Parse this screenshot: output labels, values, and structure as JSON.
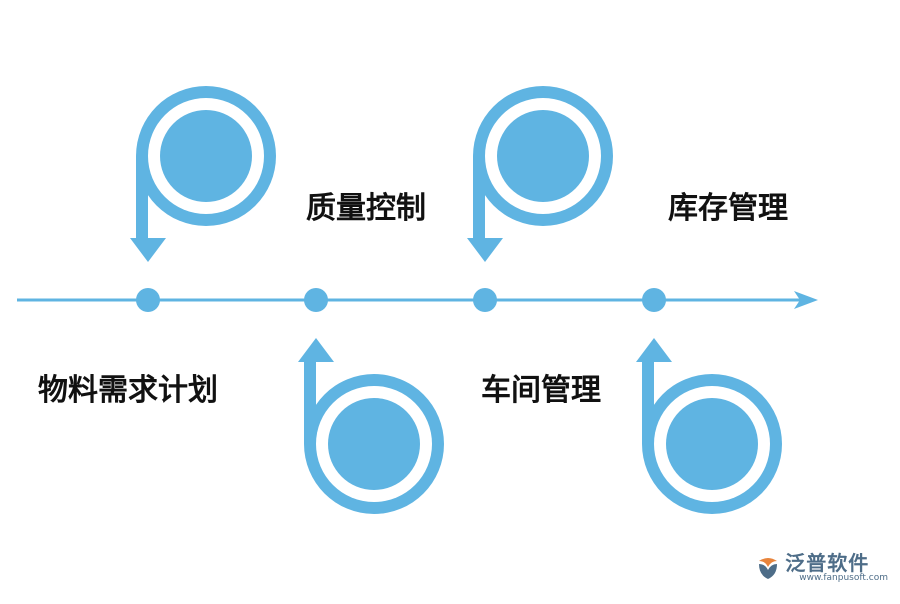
{
  "colors": {
    "accent": "#5fb4e2",
    "text": "#111111",
    "brand": "#4e6d88"
  },
  "steps": [
    {
      "label": "物料需求计划",
      "icon": "arrow-down-loop-icon"
    },
    {
      "label": "质量控制",
      "icon": "arrow-up-loop-icon"
    },
    {
      "label": "车间管理",
      "icon": "arrow-down-loop-icon"
    },
    {
      "label": "库存管理",
      "icon": "arrow-up-loop-icon"
    }
  ],
  "watermark": {
    "name": "泛普软件",
    "url": "www.fanpusoft.com"
  }
}
